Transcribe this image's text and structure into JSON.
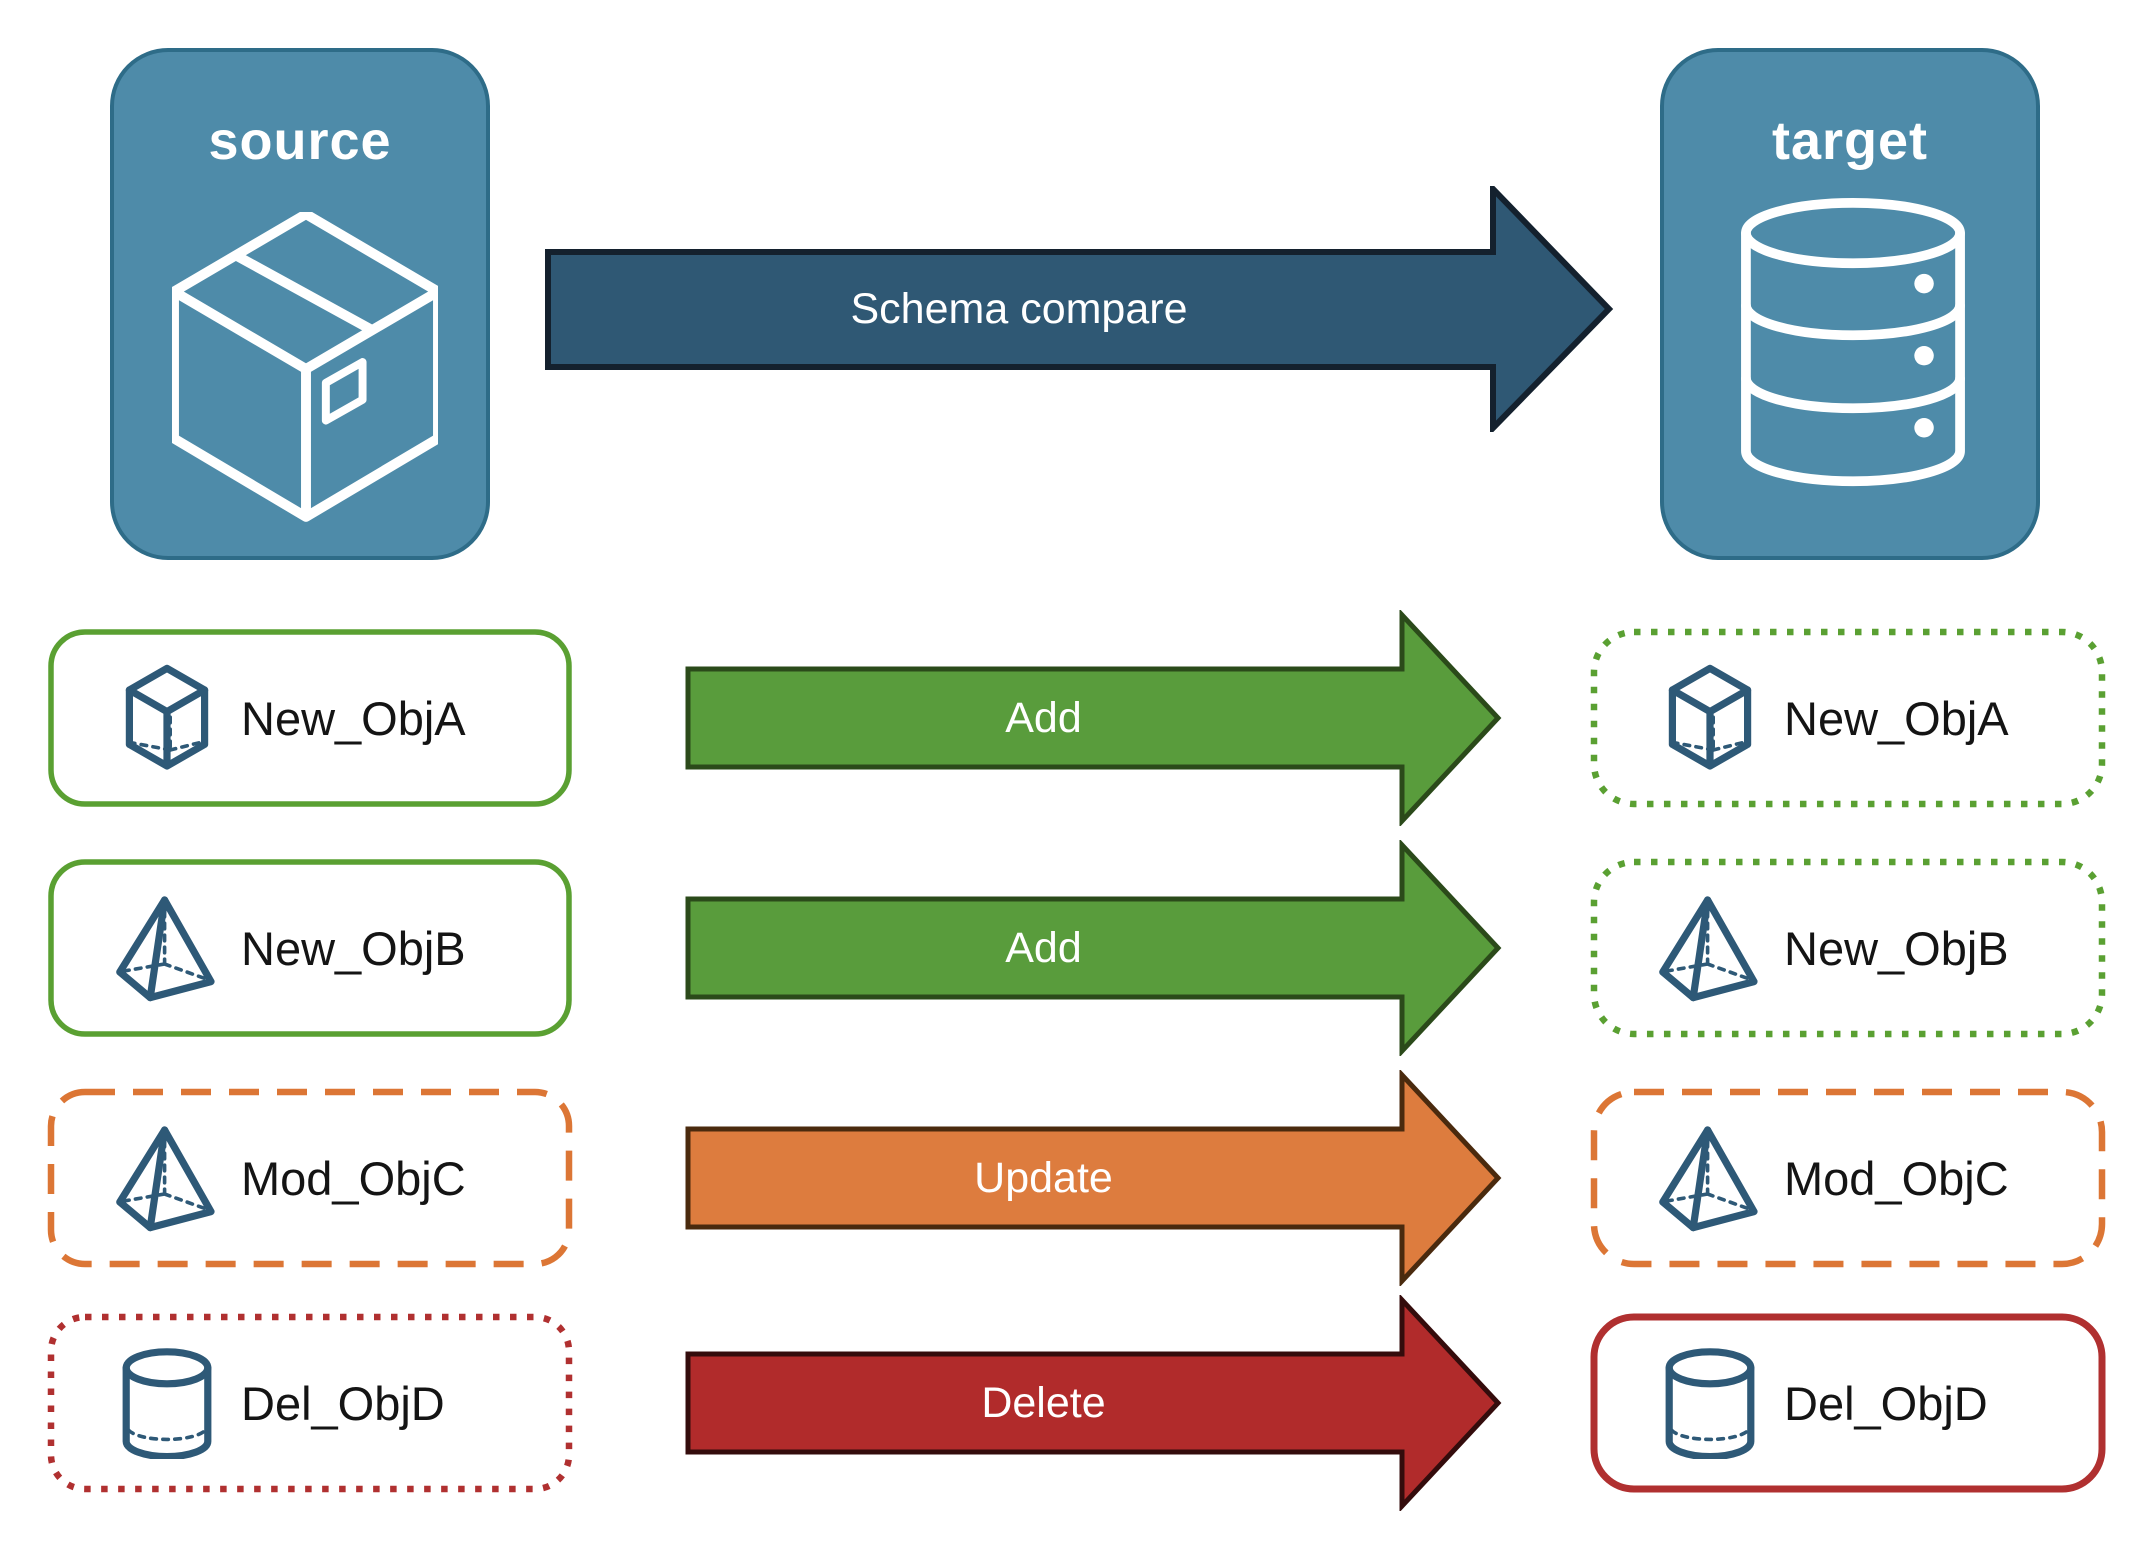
{
  "palette": {
    "node_fill": "#4e8ba9",
    "node_border": "#2e6c88",
    "schema_arrow_fill": "#2f5874",
    "schema_arrow_border": "#14212e",
    "add_fill": "#599c3c",
    "update_fill": "#dd7c3e",
    "delete_fill": "#b12b2b",
    "green_border": "#5aa032",
    "orange_border": "#dc7635",
    "red_border": "#b03030",
    "icon_color": "#2e5977"
  },
  "nodes": {
    "source": {
      "label": "source",
      "icon": "package-icon"
    },
    "target": {
      "label": "target",
      "icon": "database-icon"
    }
  },
  "schema_arrow": {
    "label": "Schema compare"
  },
  "rows": [
    {
      "name": "New_ObjA",
      "icon": "cube-icon",
      "action": "Add",
      "left_style": "solid-green",
      "right_style": "dotted-green"
    },
    {
      "name": "New_ObjB",
      "icon": "pyramid-icon",
      "action": "Add",
      "left_style": "solid-green",
      "right_style": "dotted-green"
    },
    {
      "name": "Mod_ObjC",
      "icon": "pyramid-icon",
      "action": "Update",
      "left_style": "dashed-orange",
      "right_style": "dashed-orange"
    },
    {
      "name": "Del_ObjD",
      "icon": "cylinder-icon",
      "action": "Delete",
      "left_style": "dotted-red",
      "right_style": "solid-red"
    }
  ]
}
